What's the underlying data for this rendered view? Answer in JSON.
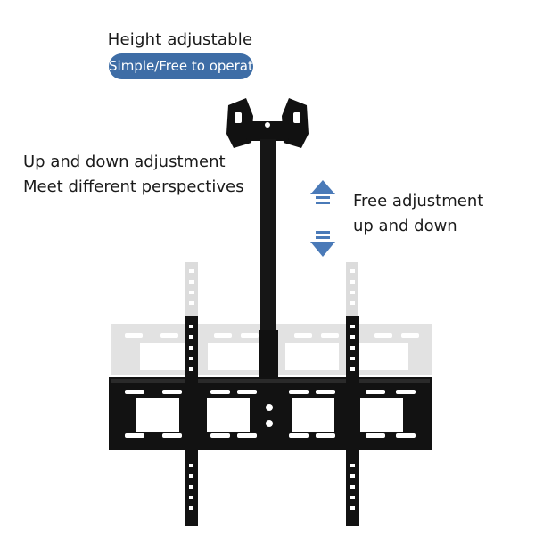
{
  "header": {
    "title": "Height adjustable",
    "badge": "Simple/Free to operate"
  },
  "left_caption": {
    "line1": "Up and down adjustment",
    "line2": "Meet different perspectives"
  },
  "right_caption": {
    "line1": "Free adjustment",
    "line2": "up and down"
  },
  "icons": {
    "up": "arrow-up-icon",
    "down": "arrow-down-icon"
  },
  "colors": {
    "badge_bg": "#3e6da6",
    "arrow": "#4a7ab8",
    "mount": "#111111",
    "ghost": "#dcdcdc"
  }
}
